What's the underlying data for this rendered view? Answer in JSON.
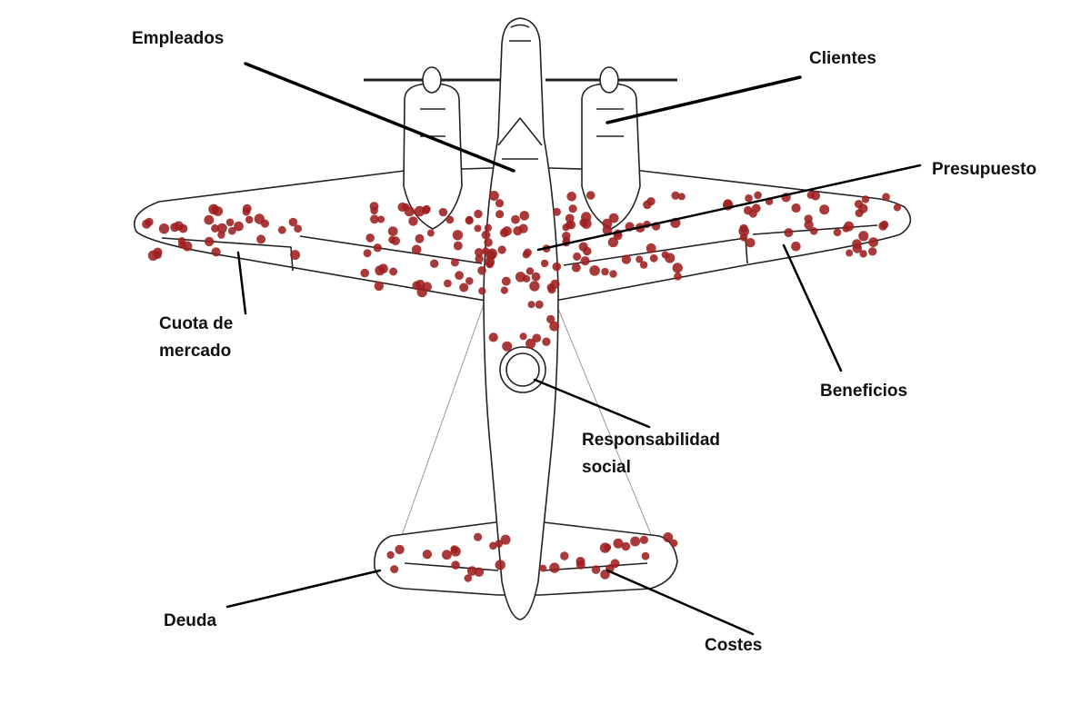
{
  "labels": {
    "empleados": "Empleados",
    "clientes": "Clientes",
    "presupuesto": "Presupuesto",
    "cuota": [
      "Cuota de",
      "mercado"
    ],
    "beneficios": "Beneficios",
    "responsabilidad": [
      "Responsabilidad",
      "social"
    ],
    "deuda": "Deuda",
    "costes": "Costes"
  },
  "colors": {
    "hit": "#9e1f1f",
    "outline": "#222222",
    "leader": "#000000"
  }
}
